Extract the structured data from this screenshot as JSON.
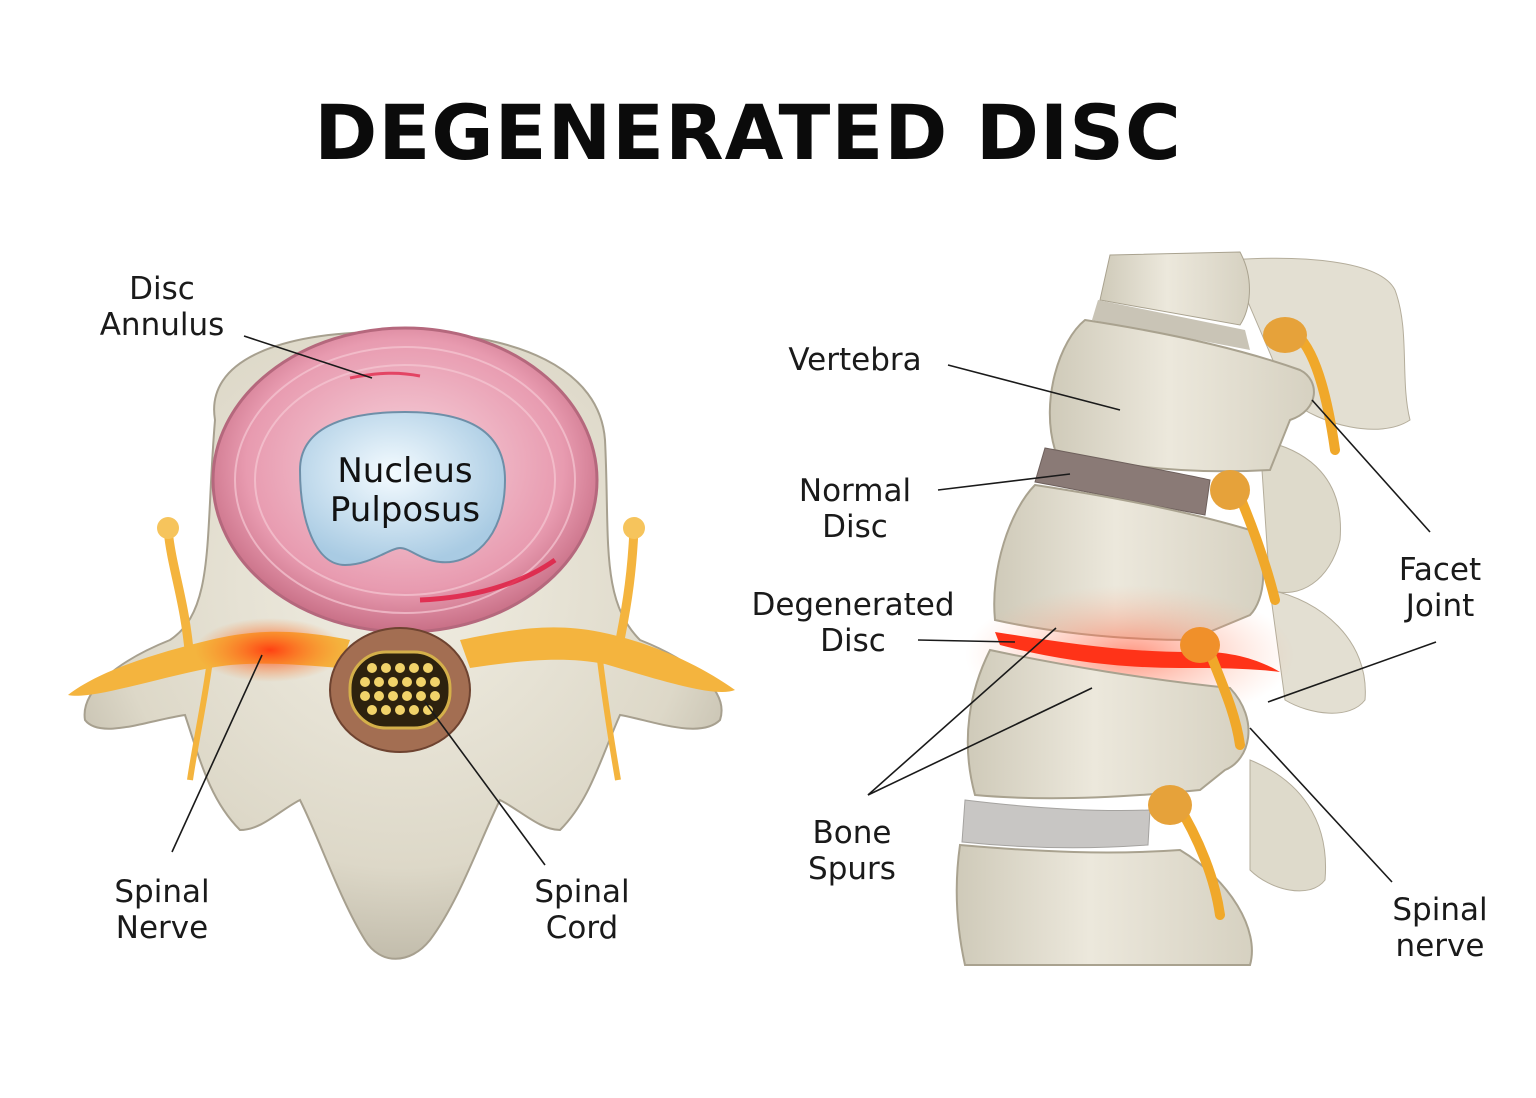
{
  "title": "DEGENERATED DISC",
  "left_panel": {
    "disc_annulus": [
      "Disc",
      "Annulus"
    ],
    "nucleus_pulposus": [
      "Nucleus",
      "Pulposus"
    ],
    "spinal_nerve": [
      "Spinal",
      "Nerve"
    ],
    "spinal_cord": [
      "Spinal",
      "Cord"
    ]
  },
  "right_panel": {
    "vertebra": [
      "Vertebra"
    ],
    "normal_disc": [
      "Normal",
      "Disc"
    ],
    "degenerated_disc": [
      "Degenerated",
      "Disc"
    ],
    "bone_spurs": [
      "Bone",
      "Spurs"
    ],
    "facet_joint": [
      "Facet",
      "Joint"
    ],
    "spinal_nerve": [
      "Spinal",
      "nerve"
    ]
  },
  "colors": {
    "bone": "#ddd8c8",
    "annulus": "#e9a3b4",
    "nucleus": "#cfe4f1",
    "nerve": "#f2b23a",
    "inflammation": "#ff3b1f",
    "disc_normal": "#8a7a76"
  }
}
